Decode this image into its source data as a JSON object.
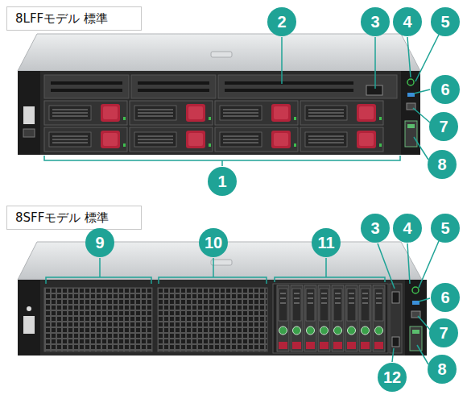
{
  "diagram": {
    "nodes": [
      {
        "text": [
          "8LFFモデル 標準"
        ]
      },
      {
        "text": [
          "2"
        ]
      },
      {
        "text": [
          "3"
        ]
      },
      {
        "text": [
          "4"
        ]
      },
      {
        "text": [
          "5"
        ]
      },
      {
        "text": [
          "6"
        ]
      },
      {
        "text": [
          "7"
        ]
      },
      {
        "text": [
          "8"
        ]
      },
      {
        "text": [
          "1"
        ]
      },
      {
        "text": [
          "8SFFモデル 標準"
        ]
      },
      {
        "text": [
          "9"
        ]
      },
      {
        "text": [
          "10"
        ]
      },
      {
        "text": [
          "11"
        ]
      },
      {
        "text": [
          "3"
        ]
      },
      {
        "text": [
          "4"
        ]
      },
      {
        "text": [
          "5"
        ]
      },
      {
        "text": [
          "6"
        ]
      },
      {
        "text": [
          "7"
        ]
      },
      {
        "text": [
          "8"
        ]
      },
      {
        "text": [
          "12"
        ]
      }
    ]
  }
}
